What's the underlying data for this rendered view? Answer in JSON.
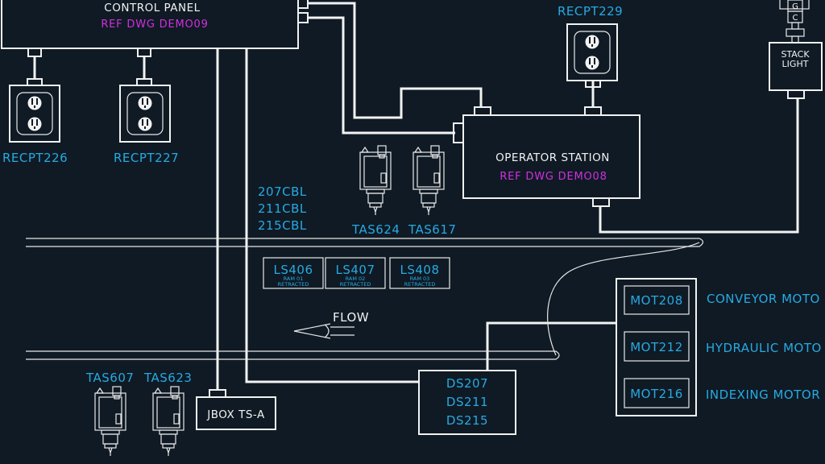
{
  "control_panel": {
    "title": "CONTROL PANEL",
    "ref": "REF  DWG  DEMO09"
  },
  "operator_station": {
    "title": "OPERATOR  STATION",
    "ref": "REF  DWG  DEMO08"
  },
  "receptacles": [
    "RECPT226",
    "RECPT227",
    "RECPT229"
  ],
  "stack_light": {
    "line1": "STACK",
    "line2": "LIGHT",
    "lamp1": "G",
    "lamp2": "C"
  },
  "cables": [
    "207CBL",
    "211CBL",
    "215CBL"
  ],
  "sensors": [
    "TAS624",
    "TAS617",
    "TAS607",
    "TAS623"
  ],
  "limit_switches": [
    {
      "tag": "LS406",
      "line1": "RAM  01",
      "line2": "RETRACTED"
    },
    {
      "tag": "LS407",
      "line1": "RAM  02",
      "line2": "RETRACTED"
    },
    {
      "tag": "LS408",
      "line1": "RAM  03",
      "line2": "RETRACTED"
    }
  ],
  "flow_label": "FLOW",
  "jbox": "JBOX  TS-A",
  "disconnects": [
    "DS207",
    "DS211",
    "DS215"
  ],
  "motors": [
    {
      "tag": "MOT208",
      "desc": "CONVEYOR  MOTO"
    },
    {
      "tag": "MOT212",
      "desc": "HYDRAULIC  MOTO"
    },
    {
      "tag": "MOT216",
      "desc": "INDEXING  MOTOR"
    }
  ]
}
